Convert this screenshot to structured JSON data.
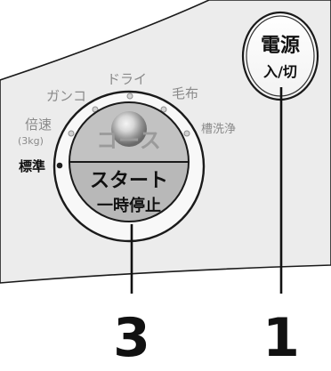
{
  "panel": {
    "power_button": {
      "label_top": "電源",
      "label_bottom": "入/切"
    },
    "course_dial": {
      "label": "コース",
      "options": [
        {
          "label": "標準",
          "selected": true
        },
        {
          "label": "倍速",
          "sub_label": "(3kg)",
          "selected": false
        },
        {
          "label": "ガンコ",
          "selected": false
        },
        {
          "label": "ドライ",
          "selected": false
        },
        {
          "label": "毛布",
          "selected": false
        },
        {
          "label": "槽洗浄",
          "selected": false
        }
      ]
    },
    "start_button": {
      "label_top": "スタート",
      "label_bottom": "一時停止"
    }
  },
  "callouts": [
    {
      "number": "3",
      "target": "start_button"
    },
    {
      "number": "1",
      "target": "power_button"
    }
  ],
  "colors": {
    "panel_fill": "#ececec",
    "outline": "#1a1a1a",
    "dial_upper_fill": "#bdbdbd",
    "dial_lower_fill": "#b5b5b5",
    "inactive_text": "#8a8a8a",
    "active_text": "#111111",
    "label_text": "#222222"
  }
}
